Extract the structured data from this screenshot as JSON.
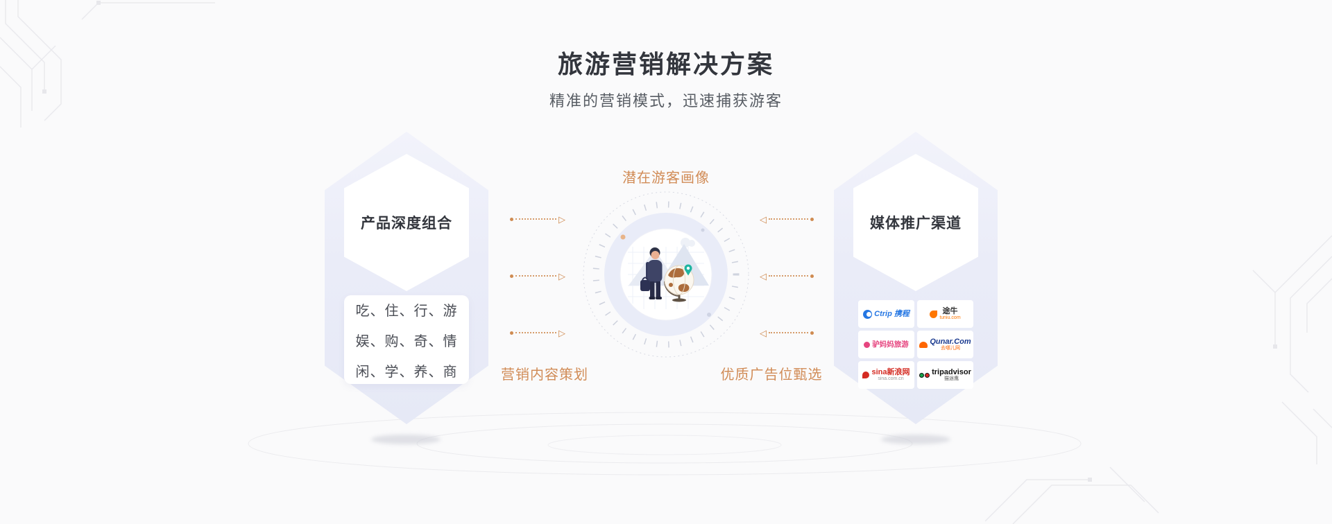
{
  "header": {
    "title": "旅游营销解决方案",
    "subtitle": "精准的营销模式，迅速捕获游客"
  },
  "left_card": {
    "title": "产品深度组合",
    "lines": [
      "吃、住、行、游",
      "娱、购、奇、情",
      "闲、学、养、商"
    ]
  },
  "center": {
    "top_label": "潜在游客画像",
    "bottom_left_label": "营销内容策划",
    "bottom_right_label": "优质广告位甄选"
  },
  "right_card": {
    "title": "媒体推广渠道",
    "logos": [
      {
        "brand": "Ctrip 携程",
        "sub": ""
      },
      {
        "brand": "途牛",
        "sub": "tuniu.com"
      },
      {
        "brand": "驴妈妈旅游",
        "sub": ""
      },
      {
        "brand": "Qunar.Com",
        "sub": "去哪儿网"
      },
      {
        "brand": "sina新浪网",
        "sub": "sina.com.cn"
      },
      {
        "brand": "tripadvisor",
        "sub": "猫途鹰"
      }
    ]
  },
  "icons": {
    "triangle_right": "▷",
    "triangle_left": "◁"
  },
  "colors": {
    "accent_orange": "#d18c57",
    "hex_lavender": "#eaecf8",
    "title_dark": "#33363d",
    "ctrip_blue": "#2577e3",
    "tuniu_orange": "#ff7700",
    "lvmama_magenta": "#e6457f",
    "qunar_blue": "#1a3a8f",
    "sina_red": "#d42b22",
    "tripadvisor_black": "#111111",
    "pin_teal": "#1fb5a0"
  }
}
